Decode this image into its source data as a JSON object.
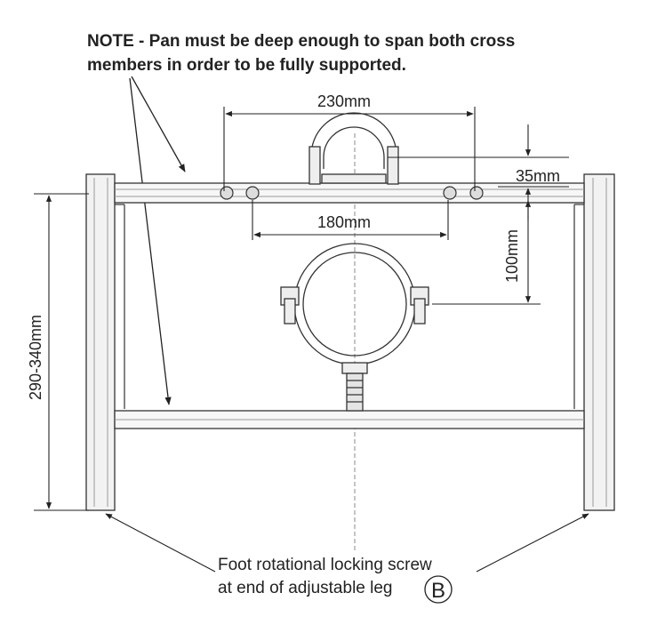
{
  "note": {
    "line1": "NOTE - Pan must be deep enough to span both cross",
    "line2": "members in order to be fully supported."
  },
  "dimensions": {
    "top_holes": "230mm",
    "inner_holes": "180mm",
    "clamp_height": "35mm",
    "crossbar_to_clamp": "100mm",
    "leg_height": "290-340mm"
  },
  "caption": {
    "line1": "Foot rotational locking screw",
    "line2": "at end of adjustable leg",
    "marker": "B"
  }
}
